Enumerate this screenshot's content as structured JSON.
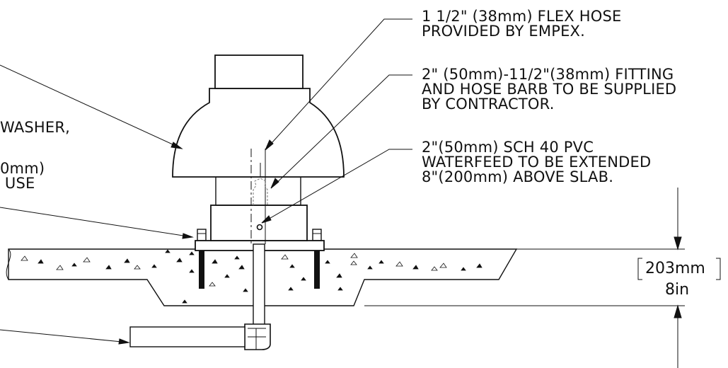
{
  "callouts": {
    "flex_hose": [
      "1 1/2\" (38mm) FLEX HOSE",
      "PROVIDED BY EMPEX."
    ],
    "fitting": [
      "2\" (50mm)-11/2\"(38mm) FITTING",
      "AND HOSE BARB TO BE SUPPLIED",
      "BY CONTRACTOR."
    ],
    "waterfeed": [
      "2\"(50mm) SCH 40 PVC",
      "WATERFEED TO BE EXTENDED",
      "8\"(200mm) ABOVE SLAB."
    ],
    "left_partial": [
      "WASHER,",
      "0mm)",
      " USE"
    ]
  },
  "dimension": {
    "metric": "203mm",
    "imperial": "8in"
  }
}
